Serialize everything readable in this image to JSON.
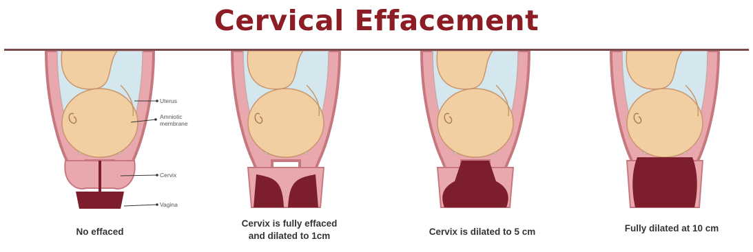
{
  "title": "Cervical Effacement",
  "labels": {
    "uterus": "Uterus",
    "amniotic_line1": "Amniotic",
    "amniotic_line2": "membrane",
    "cervix": "Cervix",
    "vagina": "Vagina"
  },
  "stages": [
    {
      "caption_line1": "No effaced",
      "caption_line2": "",
      "dilation_cm": 0
    },
    {
      "caption_line1": "Cervix is fully effaced",
      "caption_line2": "and  dilated to 1cm",
      "dilation_cm": 1
    },
    {
      "caption_line1": "Cervix is dilated to 5 cm",
      "caption_line2": "",
      "dilation_cm": 5
    },
    {
      "caption_line1": "Fully dilated at 10 cm",
      "caption_line2": "",
      "dilation_cm": 10
    }
  ],
  "colors": {
    "title": "#8c1d24",
    "uterus_wall": "#c7787f",
    "uterus_fill": "#e8a8ad",
    "skin": "#f2cfa3",
    "amniotic": "#d4e7ee",
    "canal": "#7d1e2c"
  }
}
